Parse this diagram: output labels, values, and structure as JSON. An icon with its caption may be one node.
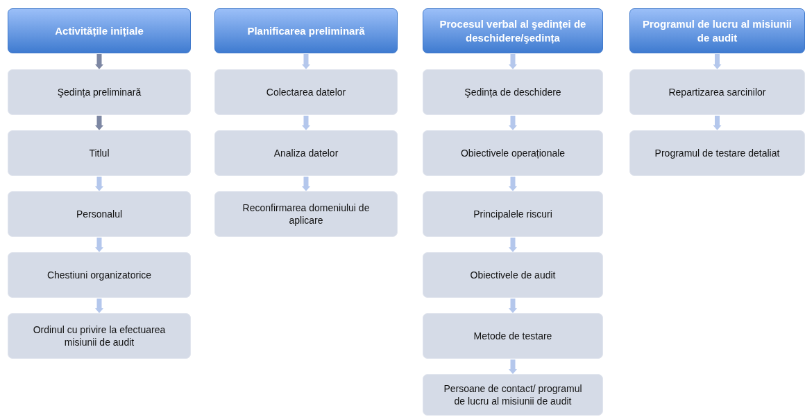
{
  "diagram": {
    "nodes": [
      {
        "text": [
          "Activitățile inițiale"
        ]
      },
      {
        "text": [
          "Şedința preliminară"
        ]
      },
      {
        "text": [
          "Titlul"
        ]
      },
      {
        "text": [
          "Personalul"
        ]
      },
      {
        "text": [
          "Chestiuni organizatorice"
        ]
      },
      {
        "text": [
          "Ordinul cu privire la efectuarea misiunii de audit"
        ]
      },
      {
        "text": [
          "Planificarea preliminară"
        ]
      },
      {
        "text": [
          "Colectarea datelor"
        ]
      },
      {
        "text": [
          "Analiza datelor"
        ]
      },
      {
        "text": [
          "Reconfirmarea domeniului de aplicare"
        ]
      },
      {
        "text": [
          "Procesul verbal al şedinței de deschidere/şedința"
        ]
      },
      {
        "text": [
          "Şedința de deschidere"
        ]
      },
      {
        "text": [
          "Obiectivele operaționale"
        ]
      },
      {
        "text": [
          "Principalele riscuri"
        ]
      },
      {
        "text": [
          "Obiectivele de audit"
        ]
      },
      {
        "text": [
          "Metode de testare"
        ]
      },
      {
        "text": [
          "Persoane de contact/ programul de lucru al misiunii de audit"
        ]
      },
      {
        "text": [
          "Programul de lucru al misiunii de audit"
        ]
      },
      {
        "text": [
          "Repartizarea sarcinilor"
        ]
      },
      {
        "text": [
          "Programul de testare detaliat"
        ]
      }
    ],
    "edges": [
      {
        "from": 0,
        "to": 1,
        "arrow": "to",
        "color": "#7d87a3"
      },
      {
        "from": 1,
        "to": 2,
        "arrow": "to",
        "color": "#7d87a3"
      },
      {
        "from": 2,
        "to": 3,
        "arrow": "to"
      },
      {
        "from": 3,
        "to": 4,
        "arrow": "to"
      },
      {
        "from": 4,
        "to": 5,
        "arrow": "to"
      },
      {
        "from": 6,
        "to": 7,
        "arrow": "to"
      },
      {
        "from": 7,
        "to": 8,
        "arrow": "to"
      },
      {
        "from": 8,
        "to": 9,
        "arrow": "to"
      },
      {
        "from": 10,
        "to": 11,
        "arrow": "to"
      },
      {
        "from": 11,
        "to": 12,
        "arrow": "to"
      },
      {
        "from": 12,
        "to": 13,
        "arrow": "to"
      },
      {
        "from": 13,
        "to": 14,
        "arrow": "to"
      },
      {
        "from": 14,
        "to": 15,
        "arrow": "to"
      },
      {
        "from": 15,
        "to": 16,
        "arrow": "to"
      },
      {
        "from": 17,
        "to": 18,
        "arrow": "to"
      },
      {
        "from": 18,
        "to": 19,
        "arrow": "to"
      }
    ]
  }
}
